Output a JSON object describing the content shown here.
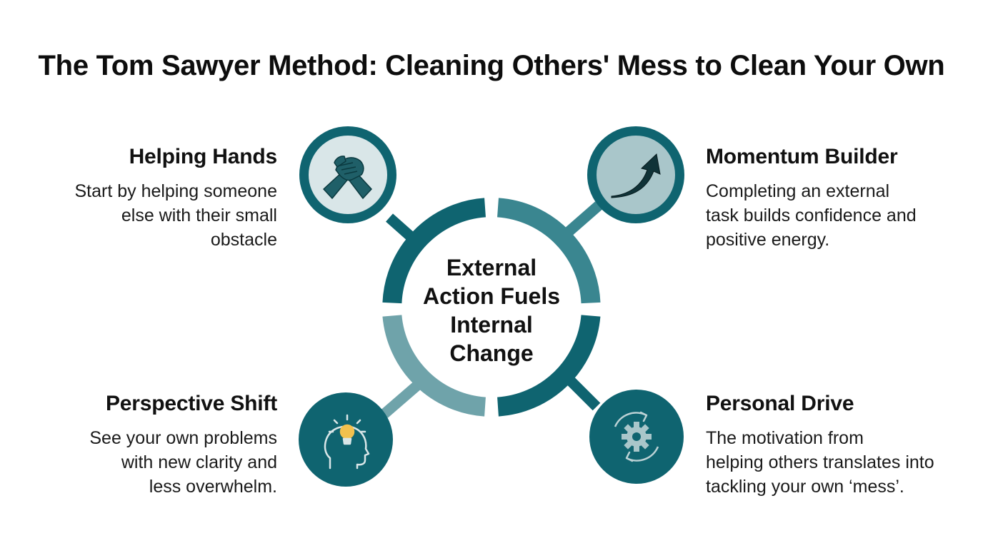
{
  "title": "The Tom Sawyer Method: Cleaning Others' Mess to Clean Your Own",
  "center": {
    "lines": [
      "External",
      "Action Fuels",
      "Internal",
      "Change"
    ]
  },
  "nodes": {
    "helping_hands": {
      "title": "Helping Hands",
      "desc_lines": [
        "Start by helping someone",
        "else with their small",
        "obstacle"
      ],
      "icon": "handshake-icon"
    },
    "momentum_builder": {
      "title": "Momentum Builder",
      "desc_lines": [
        "Completing an external",
        "task builds confidence and",
        "positive energy."
      ],
      "icon": "rising-arrow-icon"
    },
    "perspective_shift": {
      "title": "Perspective Shift",
      "desc_lines": [
        "See your own problems",
        "with new clarity and",
        "less overwhelm."
      ],
      "icon": "lightbulb-head-icon"
    },
    "personal_drive": {
      "title": "Personal Drive",
      "desc_lines": [
        "The motivation from",
        "helping others translates into",
        "tackling your own ‘mess’."
      ],
      "icon": "gear-cycle-icon"
    }
  },
  "colors": {
    "dark_teal": "#0f6470",
    "medium_teal": "#3a8690",
    "light_teal": "#6fa3aa",
    "pale_fill": "#d9e6e8",
    "icon_fill": "#1f5f68"
  }
}
